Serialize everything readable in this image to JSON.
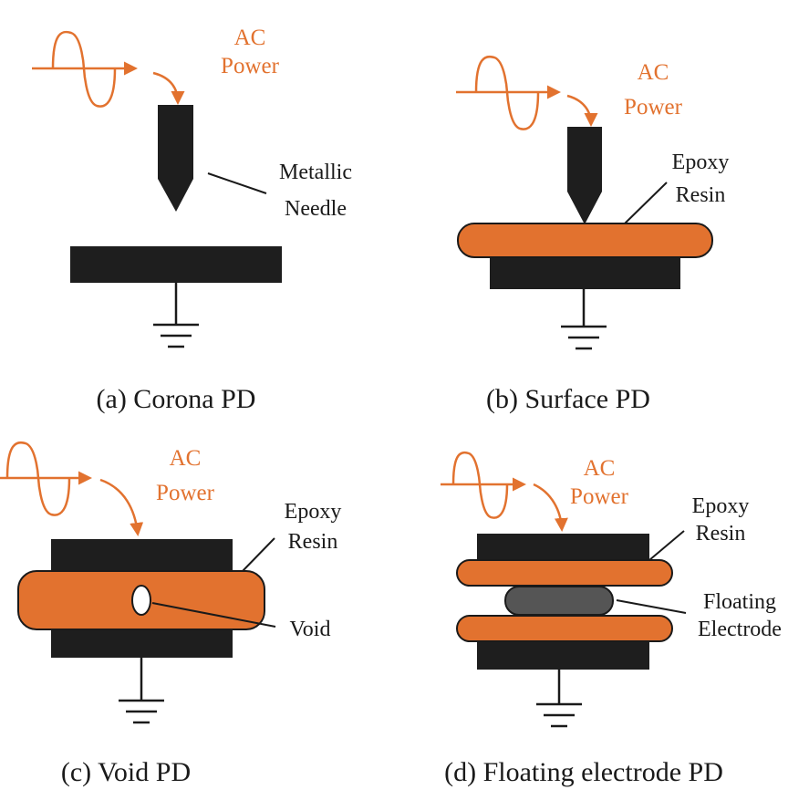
{
  "colors": {
    "orange": "#e2722f",
    "dark": "#1e1e1e",
    "floating_electrode": "#555555"
  },
  "panels": {
    "a": {
      "caption": "(a) Corona PD",
      "source_line1": "AC",
      "source_line2": "Power",
      "callout_line1": "Metallic",
      "callout_line2": "Needle"
    },
    "b": {
      "caption": "(b) Surface PD",
      "source_line1": "AC",
      "source_line2": "Power",
      "callout_line1": "Epoxy",
      "callout_line2": "Resin"
    },
    "c": {
      "caption": "(c) Void PD",
      "source_line1": "AC",
      "source_line2": "Power",
      "callout_line1": "Epoxy",
      "callout_line2": "Resin",
      "void_label": "Void"
    },
    "d": {
      "caption": "(d) Floating electrode PD",
      "source_line1": "AC",
      "source_line2": "Power",
      "callout_line1": "Epoxy",
      "callout_line2": "Resin",
      "electrode_line1": "Floating",
      "electrode_line2": "Electrode"
    }
  }
}
